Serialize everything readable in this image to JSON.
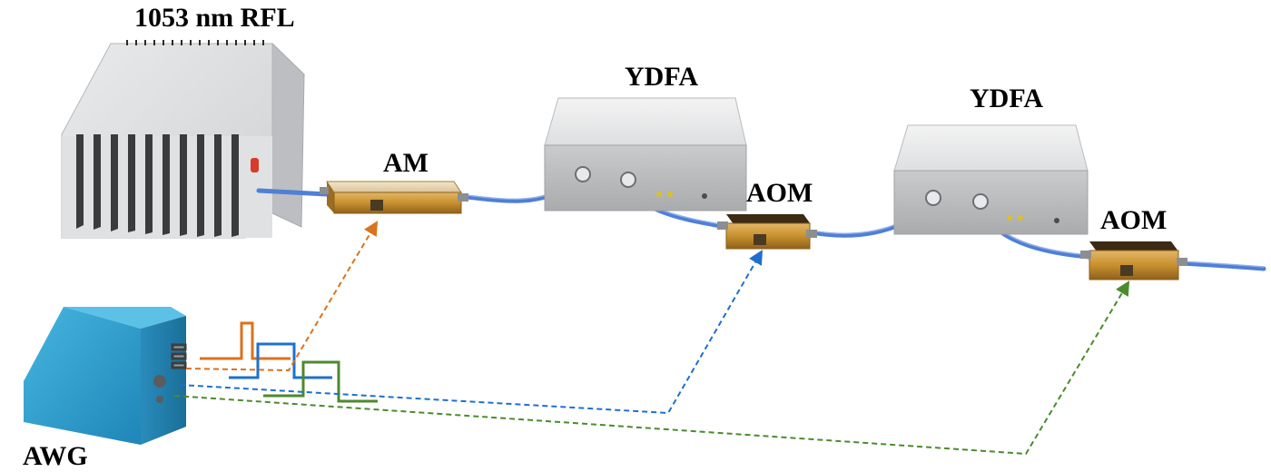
{
  "labels": {
    "laser": "1053 nm RFL",
    "am": "AM",
    "ydfa1": "YDFA",
    "ydfa2": "YDFA",
    "aom1": "AOM",
    "aom2": "AOM",
    "awg": "AWG"
  },
  "colors": {
    "fiber": "#4f7fd6",
    "signal_am": "#d9731f",
    "signal_aom1": "#1f6fcf",
    "signal_aom2": "#4c8a2e",
    "modulator_body": "#c8902f",
    "awg_body": "#2f9fcf",
    "box_face": "#c9cbcd"
  }
}
